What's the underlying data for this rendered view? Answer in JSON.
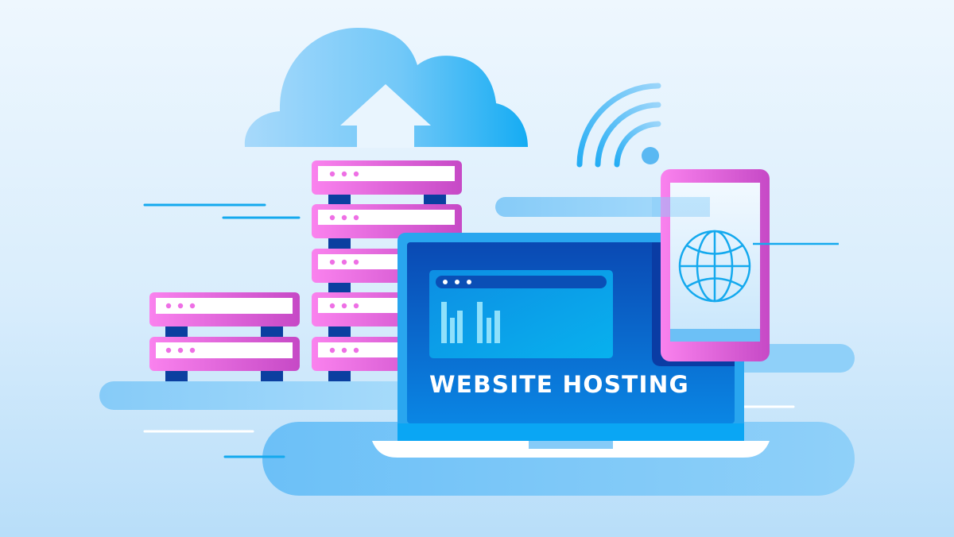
{
  "banner": {
    "headline": "WEBSITE HOSTING"
  },
  "illustration": {
    "icons": [
      "cloud-upload-icon",
      "wifi-icon",
      "server-rack-icon",
      "laptop-icon",
      "smartphone-icon",
      "globe-icon",
      "bar-chart-icon"
    ],
    "server_tall_units": 5,
    "server_short_units": 2,
    "unit_indicator_dots": 3,
    "browser_window_dots": 3,
    "chart_bar_count": 6
  },
  "colors": {
    "background_top": "#eef7fe",
    "background_bottom": "#b8def9",
    "cloud_light": "#9dd4fa",
    "cloud_dark": "#1fb2f5",
    "server_pink": "#f77ee8",
    "server_magenta": "#c84bc9",
    "server_legs": "#0b3fa0",
    "laptop_frame": "#2aa7f0",
    "laptop_screen_dark": "#0a46b0",
    "laptop_screen": "#0a72da",
    "browser_panel": "#0ba6ec",
    "chart_bars": "#8fe0fb",
    "accent_line": "#14a9ee",
    "headline_text": "#ffffff"
  }
}
